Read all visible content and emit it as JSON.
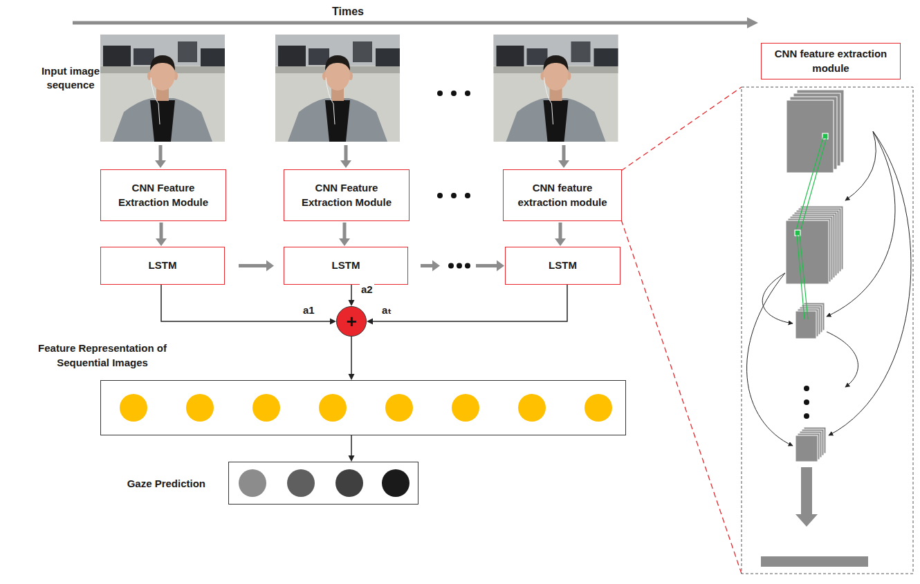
{
  "diagram": {
    "nodes": [
      {
        "text": [
          "CNN Feature Extraction Module"
        ]
      },
      {
        "text": [
          "CNN Feature Extraction Module"
        ]
      },
      {
        "text": [
          "CNN feature extraction module"
        ]
      },
      {
        "text": [
          "LSTM"
        ]
      },
      {
        "text": [
          "LSTM"
        ]
      },
      {
        "text": [
          "LSTM"
        ]
      },
      {
        "text": [
          "+"
        ]
      },
      {
        "text": [
          "Feature Representation of Sequential Images"
        ]
      },
      {
        "text": [
          "Gaze Prediction"
        ]
      },
      {
        "text": [
          "CNN feature extraction module"
        ]
      }
    ],
    "edges": [
      {
        "from": 0,
        "to": 3,
        "arrow": "to"
      },
      {
        "from": 1,
        "to": 4,
        "arrow": "to"
      },
      {
        "from": 2,
        "to": 5,
        "arrow": "to"
      },
      {
        "from": 3,
        "to": 4,
        "arrow": "to"
      },
      {
        "from": 4,
        "to": 5,
        "arrow": "to"
      },
      {
        "from": 3,
        "to": 6,
        "label": "a1",
        "arrow": "to"
      },
      {
        "from": 4,
        "to": 6,
        "label": "a2",
        "arrow": "to"
      },
      {
        "from": 5,
        "to": 6,
        "label": "aₜ",
        "arrow": "to"
      },
      {
        "from": 6,
        "to": 7,
        "arrow": "to"
      },
      {
        "from": 7,
        "to": 8,
        "arrow": "to"
      }
    ],
    "labels": [
      "Times",
      "Input image sequence"
    ]
  }
}
